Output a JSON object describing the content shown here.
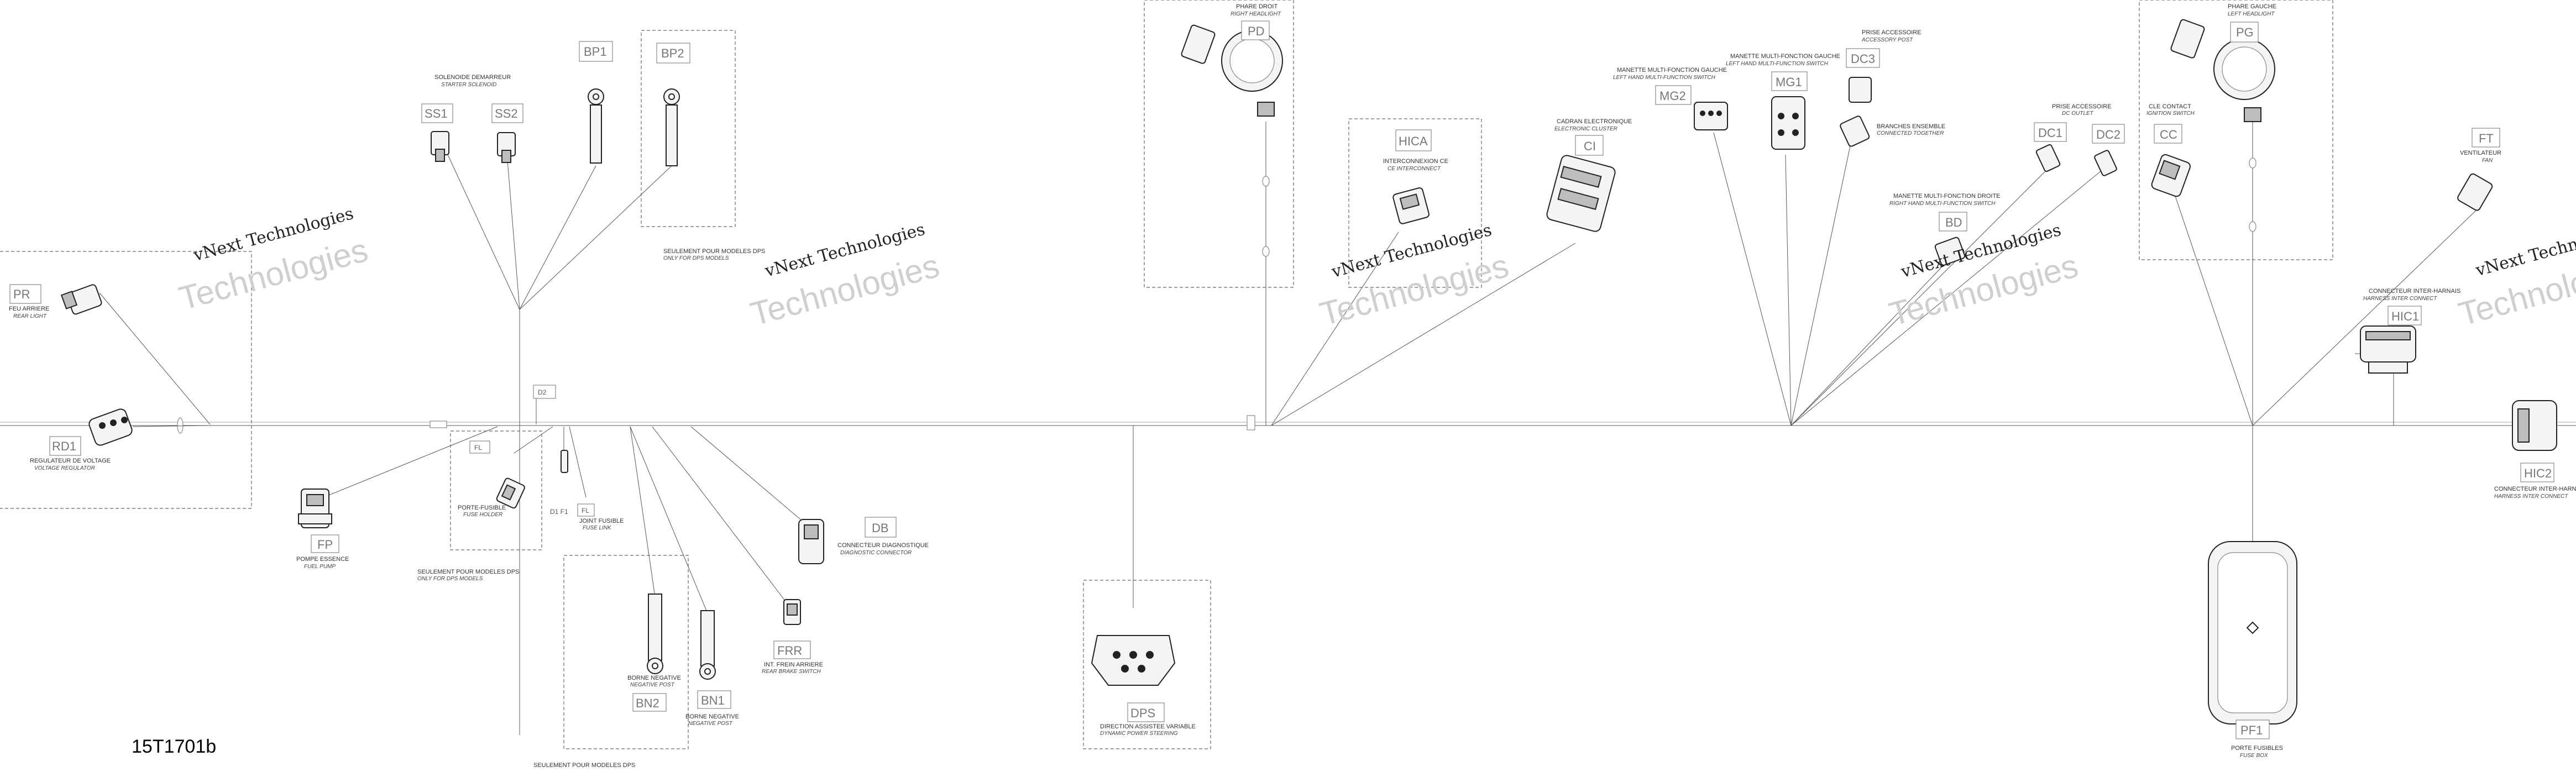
{
  "diagram_ref": "15T1701b",
  "watermark": {
    "line1": "vNext Technologies",
    "line2": "Technologies"
  },
  "components": {
    "PR": {
      "code": "PR",
      "fr": "FEU ARRIERE",
      "en": "REAR LIGHT"
    },
    "RD1": {
      "code": "RD1",
      "fr": "REGULATEUR DE VOLTAGE",
      "en": "VOLTAGE REGULATOR"
    },
    "SS1": {
      "code": "SS1"
    },
    "SS2": {
      "code": "SS2"
    },
    "SOL": {
      "fr": "SOLENOIDE DEMARREUR",
      "en": "STARTER SOLENOID"
    },
    "BP1": {
      "code": "BP1"
    },
    "BP2": {
      "code": "BP2"
    },
    "BP_NOTE": {
      "fr": "SEULEMENT POUR MODELES DPS",
      "en": "ONLY FOR DPS MODELS"
    },
    "D2": {
      "code": "D2"
    },
    "FL": {
      "code": "FL",
      "fr": "PORTE-FUSIBLE",
      "en": "FUSE HOLDER"
    },
    "FL_NOTE": {
      "fr": "SEULEMENT POUR MODELES DPS",
      "en": "ONLY FOR DPS MODELS"
    },
    "FL2": {
      "code": "FL",
      "fr": "JOINT FUSIBLE",
      "en": "FUSE LINK"
    },
    "D1": {
      "code": "D1 F1"
    },
    "FP": {
      "code": "FP",
      "fr": "POMPE ESSENCE",
      "en": "FUEL PUMP"
    },
    "BN2": {
      "code": "BN2",
      "fr": "BORNE NEGATIVE",
      "en": "NEGATIVE POST"
    },
    "BN1": {
      "code": "BN1",
      "fr": "BORNE NEGATIVE",
      "en": "NEGATIVE POST"
    },
    "BN_NOTE": {
      "fr": "SEULEMENT POUR MODELES DPS"
    },
    "FRR": {
      "code": "FRR",
      "fr": "INT. FREIN ARRIERE",
      "en": "REAR BRAKE SWITCH"
    },
    "DB": {
      "code": "DB",
      "fr": "CONNECTEUR DIAGNOSTIQUE",
      "en": "DIAGNOSTIC CONNECTOR"
    },
    "PD": {
      "code": "PD",
      "fr": "PHARE DROIT",
      "en": "RIGHT HEADLIGHT"
    },
    "DPS": {
      "code": "DPS",
      "fr": "DIRECTION ASSISTEE VARIABLE",
      "en": "DYNAMIC POWER STEERING"
    },
    "HICA": {
      "code": "HICA",
      "fr": "INTERCONNEXION CE",
      "en": "CE INTERCONNECT"
    },
    "CI": {
      "code": "CI",
      "fr": "CADRAN ELECTRONIQUE",
      "en": "ELECTRONIC CLUSTER"
    },
    "MG2": {
      "code": "MG2",
      "fr": "MANETTE MULTI-FONCTION GAUCHE",
      "en": "LEFT HAND MULTI-FUNCTION SWITCH"
    },
    "MG1": {
      "code": "MG1",
      "fr": "MANETTE MULTI-FONCTION GAUCHE",
      "en": "LEFT HAND MULTI-FUNCTION SWITCH"
    },
    "DC3": {
      "code": "DC3",
      "fr": "PRISE ACCESSOIRE",
      "en": "ACCESSORY POST"
    },
    "DC3_NOTE": {
      "fr": "BRANCHES ENSEMBLE",
      "en": "CONNECTED TOGETHER"
    },
    "BD": {
      "code": "BD",
      "fr": "MANETTE MULTI-FONCTION DROITE",
      "en": "RIGHT HAND MULTI-FUNCTION SWITCH"
    },
    "DC1": {
      "code": "DC1"
    },
    "DC2": {
      "code": "DC2"
    },
    "DC_OUT": {
      "fr": "PRISE ACCESSOIRE",
      "en": "DC OUTLET"
    },
    "CC": {
      "code": "CC",
      "fr": "CLE CONTACT",
      "en": "IGNITION SWITCH"
    },
    "PG": {
      "code": "PG",
      "fr": "PHARE GAUCHE",
      "en": "LEFT HEADLIGHT"
    },
    "FT": {
      "code": "FT",
      "fr": "VENTILATEUR",
      "en": "FAN"
    },
    "HIC1": {
      "code": "HIC1",
      "fr": "CONNECTEUR INTER-HARNAIS",
      "en": "HARNESS INTER CONNECT"
    },
    "HIC2": {
      "code": "HIC2",
      "fr": "CONNECTEUR INTER-HARNAIS",
      "en": "HARNESS INTER CONNECT"
    },
    "PF1": {
      "code": "PF1",
      "fr": "PORTE FUSIBLES",
      "en": "FUSE BOX"
    }
  }
}
